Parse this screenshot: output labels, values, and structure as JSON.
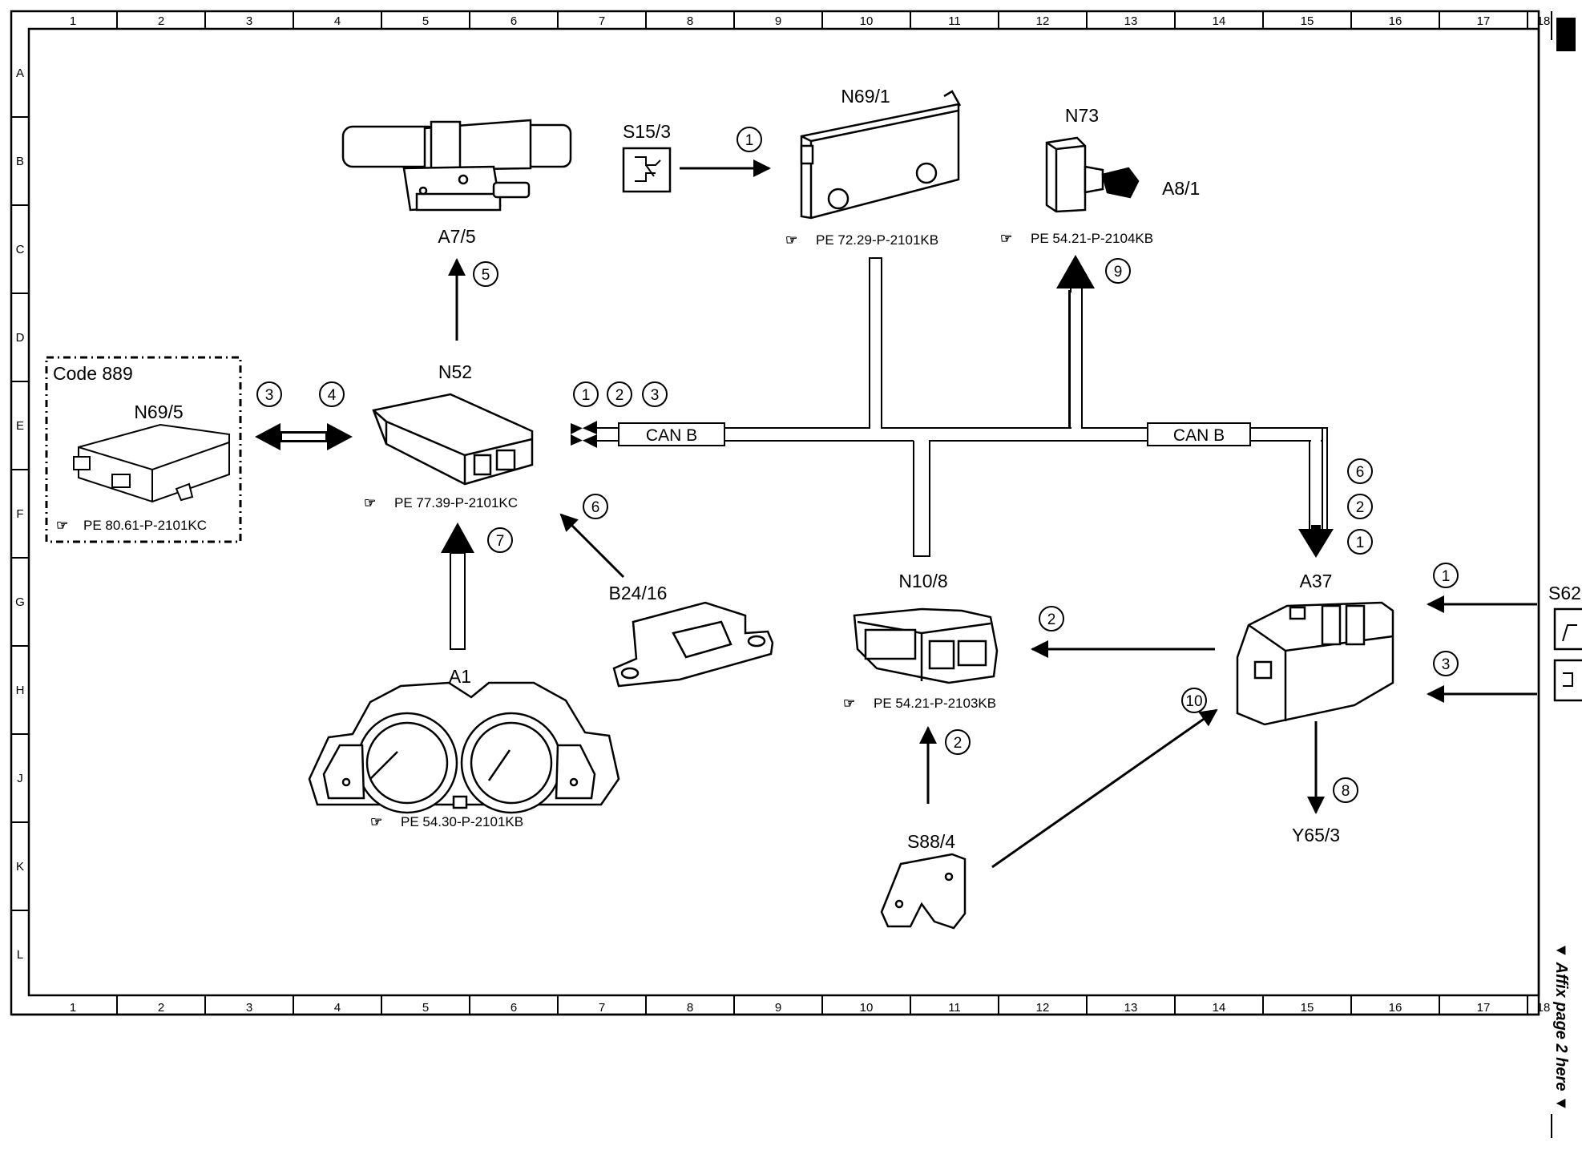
{
  "grid": {
    "columns": [
      "1",
      "2",
      "3",
      "4",
      "5",
      "6",
      "7",
      "8",
      "9",
      "10",
      "11",
      "12",
      "13",
      "14",
      "15",
      "16",
      "17",
      "18"
    ],
    "rows": [
      "A",
      "B",
      "C",
      "D",
      "E",
      "F",
      "G",
      "H",
      "J",
      "K",
      "L"
    ]
  },
  "components": {
    "a7_5": {
      "label": "A7/5"
    },
    "s15_3": {
      "label": "S15/3"
    },
    "n69_1": {
      "label": "N69/1",
      "ref": "PE 72.29-P-2101KB"
    },
    "n73": {
      "label": "N73"
    },
    "a8_1": {
      "label": "A8/1",
      "ref": "PE 54.21-P-2104KB"
    },
    "code_box": {
      "label": "Code 889"
    },
    "n69_5": {
      "label": "N69/5",
      "ref": "PE 80.61-P-2101KC"
    },
    "n52": {
      "label": "N52",
      "ref": "PE 77.39-P-2101KC"
    },
    "b24_16": {
      "label": "B24/16"
    },
    "a1": {
      "label": "A1",
      "ref": "PE 54.30-P-2101KB"
    },
    "n10_8": {
      "label": "N10/8",
      "ref": "PE 54.21-P-2103KB"
    },
    "a37": {
      "label": "A37"
    },
    "s88_4": {
      "label": "S88/4"
    },
    "y65_3": {
      "label": "Y65/3"
    },
    "s62": {
      "label": "S62"
    }
  },
  "bus": {
    "left": "CAN B",
    "right": "CAN B"
  },
  "numbers": {
    "n1": "1",
    "n2": "2",
    "n3": "3",
    "n4": "4",
    "n5": "5",
    "n6": "6",
    "n7": "7",
    "n8": "8",
    "n9": "9",
    "n10": "10"
  },
  "side_note": "▼ Affix page 2 here ▼"
}
